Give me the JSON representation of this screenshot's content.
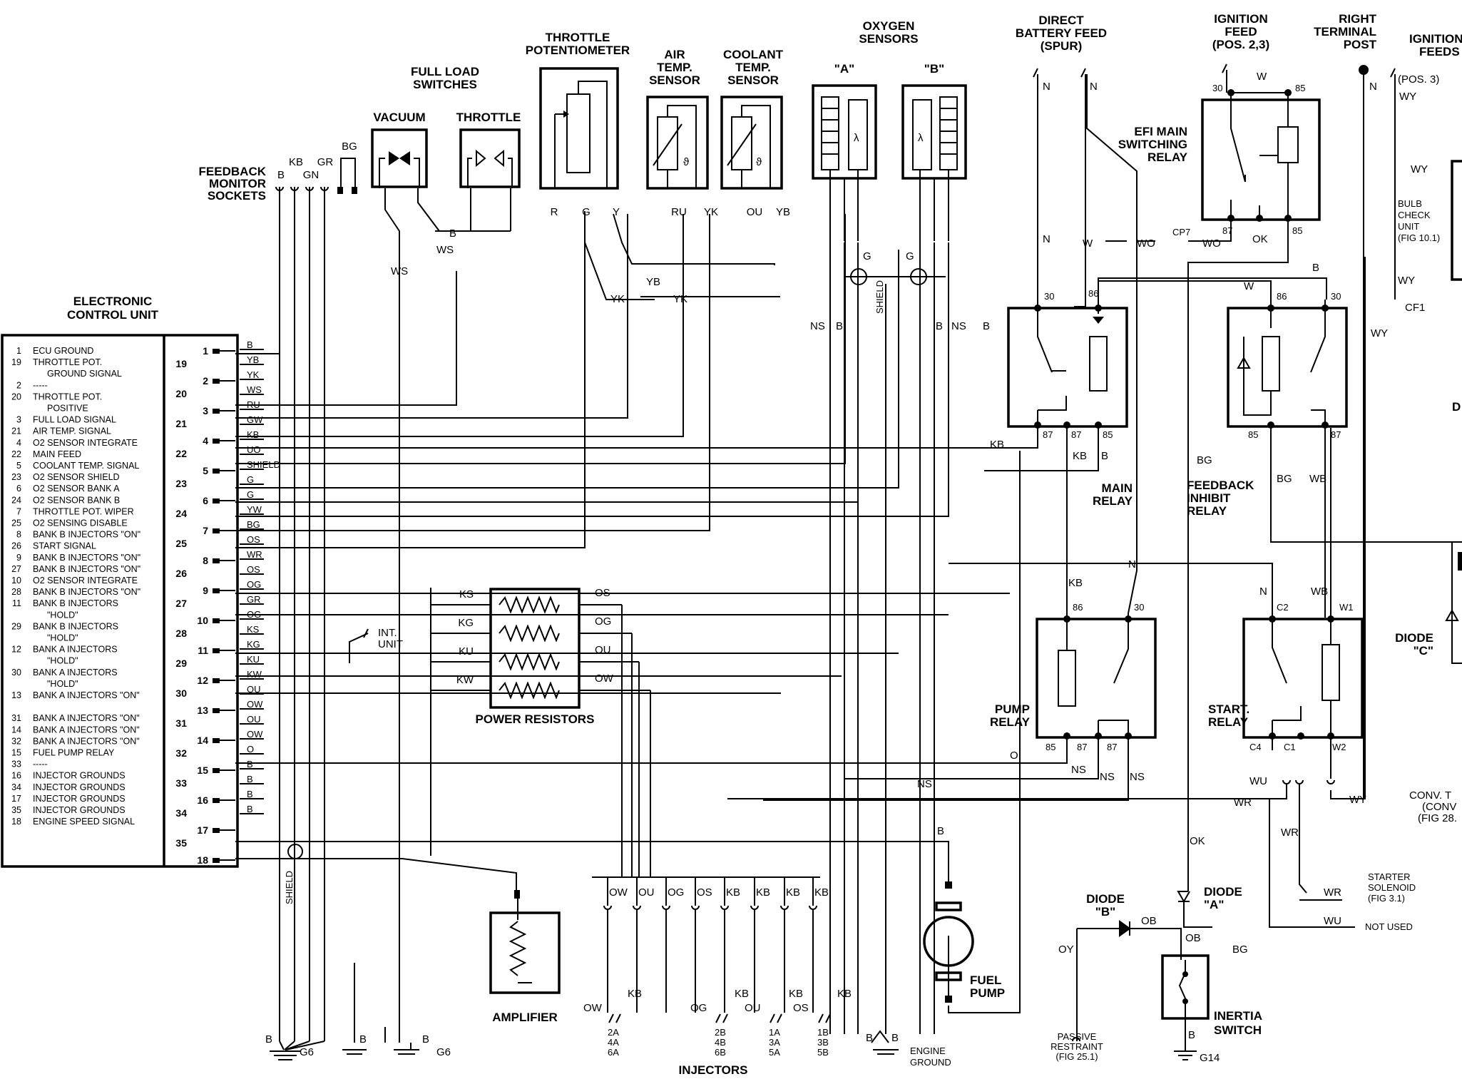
{
  "headings": {
    "ecu": [
      "ELECTRONIC",
      "CONTROL UNIT"
    ],
    "feedback": [
      "FEEDBACK",
      "MONITOR",
      "SOCKETS"
    ],
    "full_load": [
      "FULL LOAD",
      "SWITCHES"
    ],
    "vacuum": "VACUUM",
    "throttle": "THROTTLE",
    "throttle_pot": [
      "THROTTLE",
      "POTENTIOMETER"
    ],
    "air_temp": [
      "AIR",
      "TEMP.",
      "SENSOR"
    ],
    "coolant_temp": [
      "COOLANT",
      "TEMP.",
      "SENSOR"
    ],
    "oxygen": [
      "OXYGEN",
      "SENSORS"
    ],
    "o2_a": "\"A\"",
    "o2_b": "\"B\"",
    "direct_battery": [
      "DIRECT",
      "BATTERY FEED",
      "(SPUR)"
    ],
    "ignition_feed": [
      "IGNITION",
      "FEED",
      "(POS. 2,3)"
    ],
    "right_terminal": [
      "RIGHT",
      "TERMINAL",
      "POST"
    ],
    "ignition_feeds": [
      "IGNITION",
      "FEEDS"
    ],
    "pos3": "(POS. 3)",
    "efi_relay": [
      "EFI MAIN",
      "SWITCHING",
      "RELAY"
    ],
    "bulb_check": [
      "BULB",
      "CHECK",
      "UNIT",
      "(FIG 10.1)"
    ],
    "main_relay": [
      "MAIN",
      "RELAY"
    ],
    "feedback_inhibit": [
      "FEEDBACK",
      "INHIBIT",
      "RELAY"
    ],
    "pump_relay": [
      "PUMP",
      "RELAY"
    ],
    "start_relay": [
      "START.",
      "RELAY"
    ],
    "diode_c": [
      "DIODE",
      "\"C\""
    ],
    "conv": [
      "CONV. T",
      "(CONV",
      "(FIG 28."
    ],
    "power_resistors": "POWER RESISTORS",
    "int_unit": [
      "INT.",
      "UNIT"
    ],
    "amplifier": "AMPLIFIER",
    "injectors": "INJECTORS",
    "fuel_pump": [
      "FUEL",
      "PUMP"
    ],
    "engine_ground": [
      "ENGINE",
      "GROUND"
    ],
    "diode_b": [
      "DIODE",
      "\"B\""
    ],
    "diode_a": [
      "DIODE",
      "\"A\""
    ],
    "passive": [
      "PASSIVE",
      "RESTRAINT",
      "(FIG 25.1)"
    ],
    "inertia": [
      "INERTIA",
      "SWITCH"
    ],
    "starter": [
      "STARTER",
      "SOLENOID",
      "(FIG 3.1)"
    ],
    "not_used": "NOT USED",
    "g6": "G6",
    "g14": "G14",
    "shield": "SHIELD",
    "d_partial": "D"
  },
  "ecu_legend": [
    [
      "1",
      "ECU GROUND"
    ],
    [
      "19",
      "THROTTLE POT."
    ],
    [
      "",
      "GROUND SIGNAL"
    ],
    [
      "2",
      "-----"
    ],
    [
      "20",
      "THROTTLE POT."
    ],
    [
      "",
      "POSITIVE"
    ],
    [
      "3",
      "FULL LOAD SIGNAL"
    ],
    [
      "21",
      "AIR TEMP. SIGNAL"
    ],
    [
      "4",
      "O2 SENSOR INTEGRATE"
    ],
    [
      "22",
      "MAIN FEED"
    ],
    [
      "5",
      "COOLANT TEMP. SIGNAL"
    ],
    [
      "23",
      "O2 SENSOR SHIELD"
    ],
    [
      "6",
      "O2 SENSOR BANK A"
    ],
    [
      "24",
      "O2 SENSOR BANK B"
    ],
    [
      "7",
      "THROTTLE POT. WIPER"
    ],
    [
      "25",
      "O2 SENSING DISABLE"
    ],
    [
      "8",
      "BANK B INJECTORS \"ON\""
    ],
    [
      "26",
      "START SIGNAL"
    ],
    [
      "9",
      "BANK B INJECTORS \"ON\""
    ],
    [
      "27",
      "BANK B INJECTORS \"ON\""
    ],
    [
      "10",
      "O2 SENSOR INTEGRATE"
    ],
    [
      "28",
      "BANK B INJECTORS \"ON\""
    ],
    [
      "11",
      "BANK B INJECTORS"
    ],
    [
      "",
      "\"HOLD\""
    ],
    [
      "29",
      "BANK B INJECTORS"
    ],
    [
      "",
      "\"HOLD\""
    ],
    [
      "12",
      "BANK A INJECTORS"
    ],
    [
      "",
      "\"HOLD\""
    ],
    [
      "30",
      "BANK A INJECTORS"
    ],
    [
      "",
      "\"HOLD\""
    ],
    [
      "13",
      "BANK A INJECTORS \"ON\""
    ],
    [
      "",
      ""
    ],
    [
      "31",
      "BANK A INJECTORS \"ON\""
    ],
    [
      "14",
      "BANK A INJECTORS \"ON\""
    ],
    [
      "32",
      "BANK A INJECTORS \"ON\""
    ],
    [
      "15",
      "FUEL PUMP RELAY"
    ],
    [
      "33",
      "-----"
    ],
    [
      "16",
      "INJECTOR GROUNDS"
    ],
    [
      "34",
      "INJECTOR GROUNDS"
    ],
    [
      "17",
      "INJECTOR GROUNDS"
    ],
    [
      "35",
      "INJECTOR GROUNDS"
    ],
    [
      "18",
      "ENGINE SPEED SIGNAL"
    ]
  ],
  "ecu_pins_right": [
    "1",
    "2",
    "3",
    "4",
    "5",
    "6",
    "7",
    "8",
    "9",
    "10",
    "11",
    "12",
    "13",
    "14",
    "15",
    "16",
    "17",
    "18"
  ],
  "ecu_pins_left": [
    "19",
    "20",
    "21",
    "22",
    "23",
    "24",
    "25",
    "26",
    "27",
    "28",
    "29",
    "30",
    "31",
    "32",
    "33",
    "34",
    "35"
  ],
  "ecu_wires": [
    "B",
    "YB",
    "YK",
    "WS",
    "RU",
    "GW",
    "KB",
    "UO",
    "SHIELD",
    "G",
    "G",
    "YW",
    "BG",
    "OS",
    "WR",
    "OS",
    "OG",
    "GR",
    "OG",
    "KS",
    "KG",
    "KU",
    "KW",
    "OU",
    "OW",
    "OU",
    "OW",
    "O",
    "B",
    "B",
    "B",
    "B"
  ],
  "wire_labels": {
    "feedback": [
      "B",
      "KB",
      "GN",
      "GR",
      "BG"
    ],
    "ws": "WS",
    "b": "B",
    "pot": [
      "R",
      "G",
      "Y"
    ],
    "air": [
      "RU",
      "YK"
    ],
    "coolant": [
      "OU",
      "YB"
    ],
    "yb": "YB",
    "yk1": "YK",
    "yk2": "YK",
    "ns": "NS",
    "g": "G",
    "n": "N",
    "w": "W",
    "wo": "WO",
    "cp7": "CP7",
    "ok": "OK",
    "wy": "WY",
    "cf1": "CF1",
    "kb": "KB",
    "bg": "BG",
    "wb": "WB",
    "o": "O",
    "wu": "WU",
    "wr": "WR",
    "oy": "OY",
    "ob": "OB",
    "resistor_in": [
      "KS",
      "KG",
      "KU",
      "KW"
    ],
    "resistor_out": [
      "OS",
      "OG",
      "OU",
      "OW"
    ],
    "inj_top": [
      "OW",
      "OU",
      "OG",
      "OS",
      "KB",
      "KB",
      "KB",
      "KB"
    ],
    "inj_bottom": [
      "OW",
      "KB",
      "OG",
      "KB",
      "OU",
      "KB",
      "OS",
      "KB"
    ],
    "inj_groups": [
      "2A",
      "4A",
      "6A",
      "2B",
      "4B",
      "6B",
      "1A",
      "3A",
      "5A",
      "1B",
      "3B",
      "5B"
    ]
  },
  "relay_pins": {
    "efi": [
      "30",
      "85",
      "87",
      "OK",
      "85"
    ],
    "main": [
      "30",
      "86",
      "87",
      "87",
      "85"
    ],
    "feedback": [
      "86",
      "30",
      "85",
      "87"
    ],
    "pump": [
      "86",
      "30",
      "85",
      "87",
      "87"
    ],
    "start": [
      "C2",
      "W1",
      "C4",
      "C1",
      "W2"
    ]
  },
  "symbols": {
    "lambda": "λ",
    "theta": "ϑ"
  }
}
